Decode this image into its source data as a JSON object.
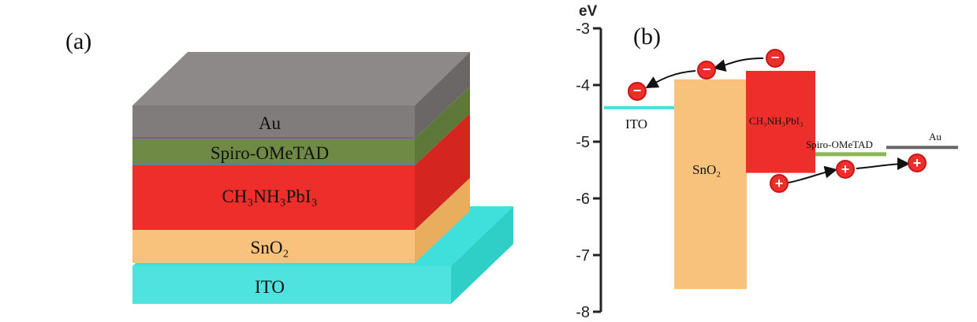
{
  "panel_a": {
    "label": "(a)",
    "layers": [
      {
        "label": "Au",
        "color": "#7f7c7b"
      },
      {
        "label": "Spiro-OMeTAD",
        "color": "#6f8a45"
      },
      {
        "label": "CH₃NH₃PbI₃",
        "color": "#ee2e2a"
      },
      {
        "label": "SnO₂",
        "color": "#f8c27c"
      },
      {
        "label": "ITO",
        "color": "#3fe0dc"
      }
    ]
  },
  "panel_b": {
    "label": "(b)",
    "axis": {
      "unit": "eV",
      "ticks": [
        "-3",
        "-4",
        "-5",
        "-6",
        "-7",
        "-8"
      ]
    },
    "materials": {
      "ito": "ITO",
      "sno2": "SnO₂",
      "perovskite": "CH₃NH₃PbI₃",
      "spiro": "Spiro-OMeTAD",
      "au": "Au"
    },
    "energy_levels": {
      "ito_work_function": -4.4,
      "sno2_cb": -3.9,
      "sno2_vb": -7.6,
      "perovskite_cb": -3.75,
      "perovskite_vb": -5.55,
      "spiro_homo": -5.22,
      "au_work_function": -5.1
    },
    "carriers": {
      "electron_symbol": "−",
      "hole_symbol": "+"
    }
  }
}
